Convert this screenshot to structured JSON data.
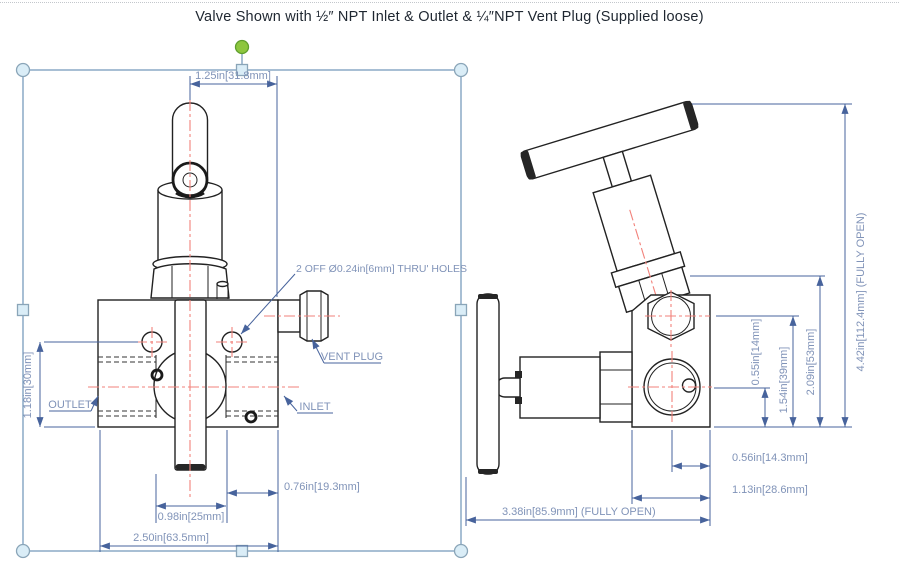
{
  "header": {
    "title": "Valve Shown with ½″ NPT Inlet & Outlet & ¼″NPT Vent Plug (Supplied loose)"
  },
  "front_view": {
    "callouts": {
      "thru_holes_note": "2 OFF Ø0.24in[6mm] THRU' HOLES",
      "vent_plug": "VENT PLUG",
      "outlet": "OUTLET",
      "inlet": "INLET"
    },
    "dimensions": {
      "top": "1.25in[31.8mm]",
      "left": "1.18in[30mm]",
      "bottom": [
        "0.76in[19.3mm]",
        "0.98in[25mm]",
        "2.50in[63.5mm]"
      ]
    }
  },
  "side_view": {
    "vertical_dimensions": [
      "0.55in[14mm]",
      "1.54in[39mm]",
      "2.09in[53mm]",
      "4.42in[112.4mm] (FULLY OPEN)"
    ],
    "horizontal_dimensions": [
      "0.56in[14.3mm]",
      "1.13in[28.6mm]",
      "3.38in[85.9mm] (FULLY OPEN)"
    ]
  },
  "colors": {
    "drawing_line": "#222222",
    "centerline_red": "#f2827b",
    "dimension_blue": "#47639c",
    "dimension_text": "#8093b8",
    "selection_border": "#6d94b8",
    "selection_handle_fill": "#daedf7",
    "selection_handle_stroke": "#8aa5b8",
    "rotation_handle_green": "#8dc63f"
  }
}
